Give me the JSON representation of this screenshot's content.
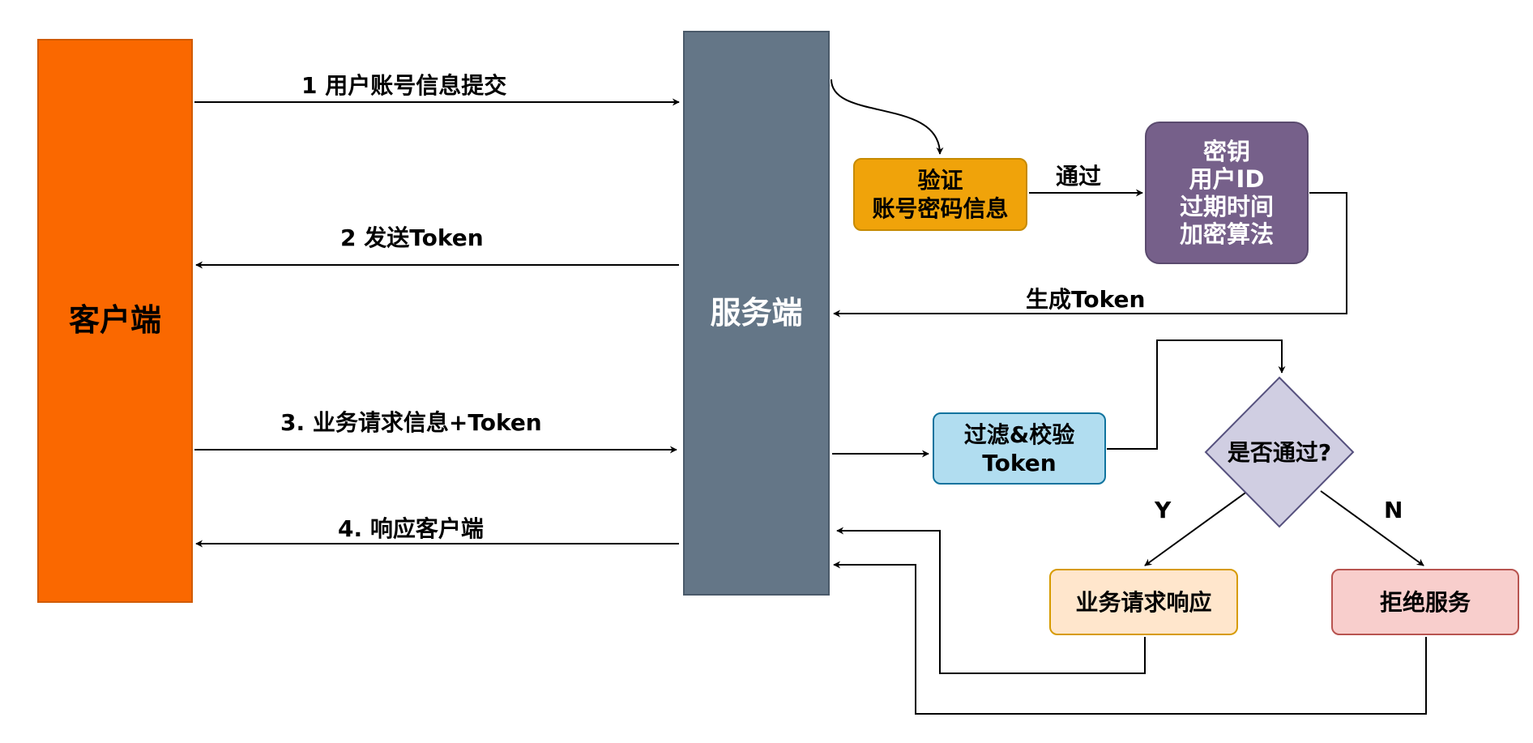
{
  "nodes": {
    "client": "客户端",
    "server": "服务端",
    "verify": [
      "验证",
      "账号密码信息"
    ],
    "secret": [
      "密钥",
      "用户ID",
      "过期时间",
      "加密算法"
    ],
    "filter": [
      "过滤&校验",
      "Token"
    ],
    "decision": "是否通过?",
    "respond": "业务请求响应",
    "reject": "拒绝服务"
  },
  "edges": {
    "step1": "1 用户账号信息提交",
    "step2": "2 发送Token",
    "step3": "3. 业务请求信息+Token",
    "step4": "4. 响应客户端",
    "pass": "通过",
    "generate": "生成Token",
    "yes": "Y",
    "no": "N"
  },
  "colors": {
    "client": "#FA6800",
    "server": "#647687",
    "verify": "#F0A30A",
    "secret": "#76608A",
    "filter": "#B1DDF0",
    "decision": "#D0CEE2",
    "respond": "#FFE6CC",
    "reject": "#F8CECC"
  }
}
